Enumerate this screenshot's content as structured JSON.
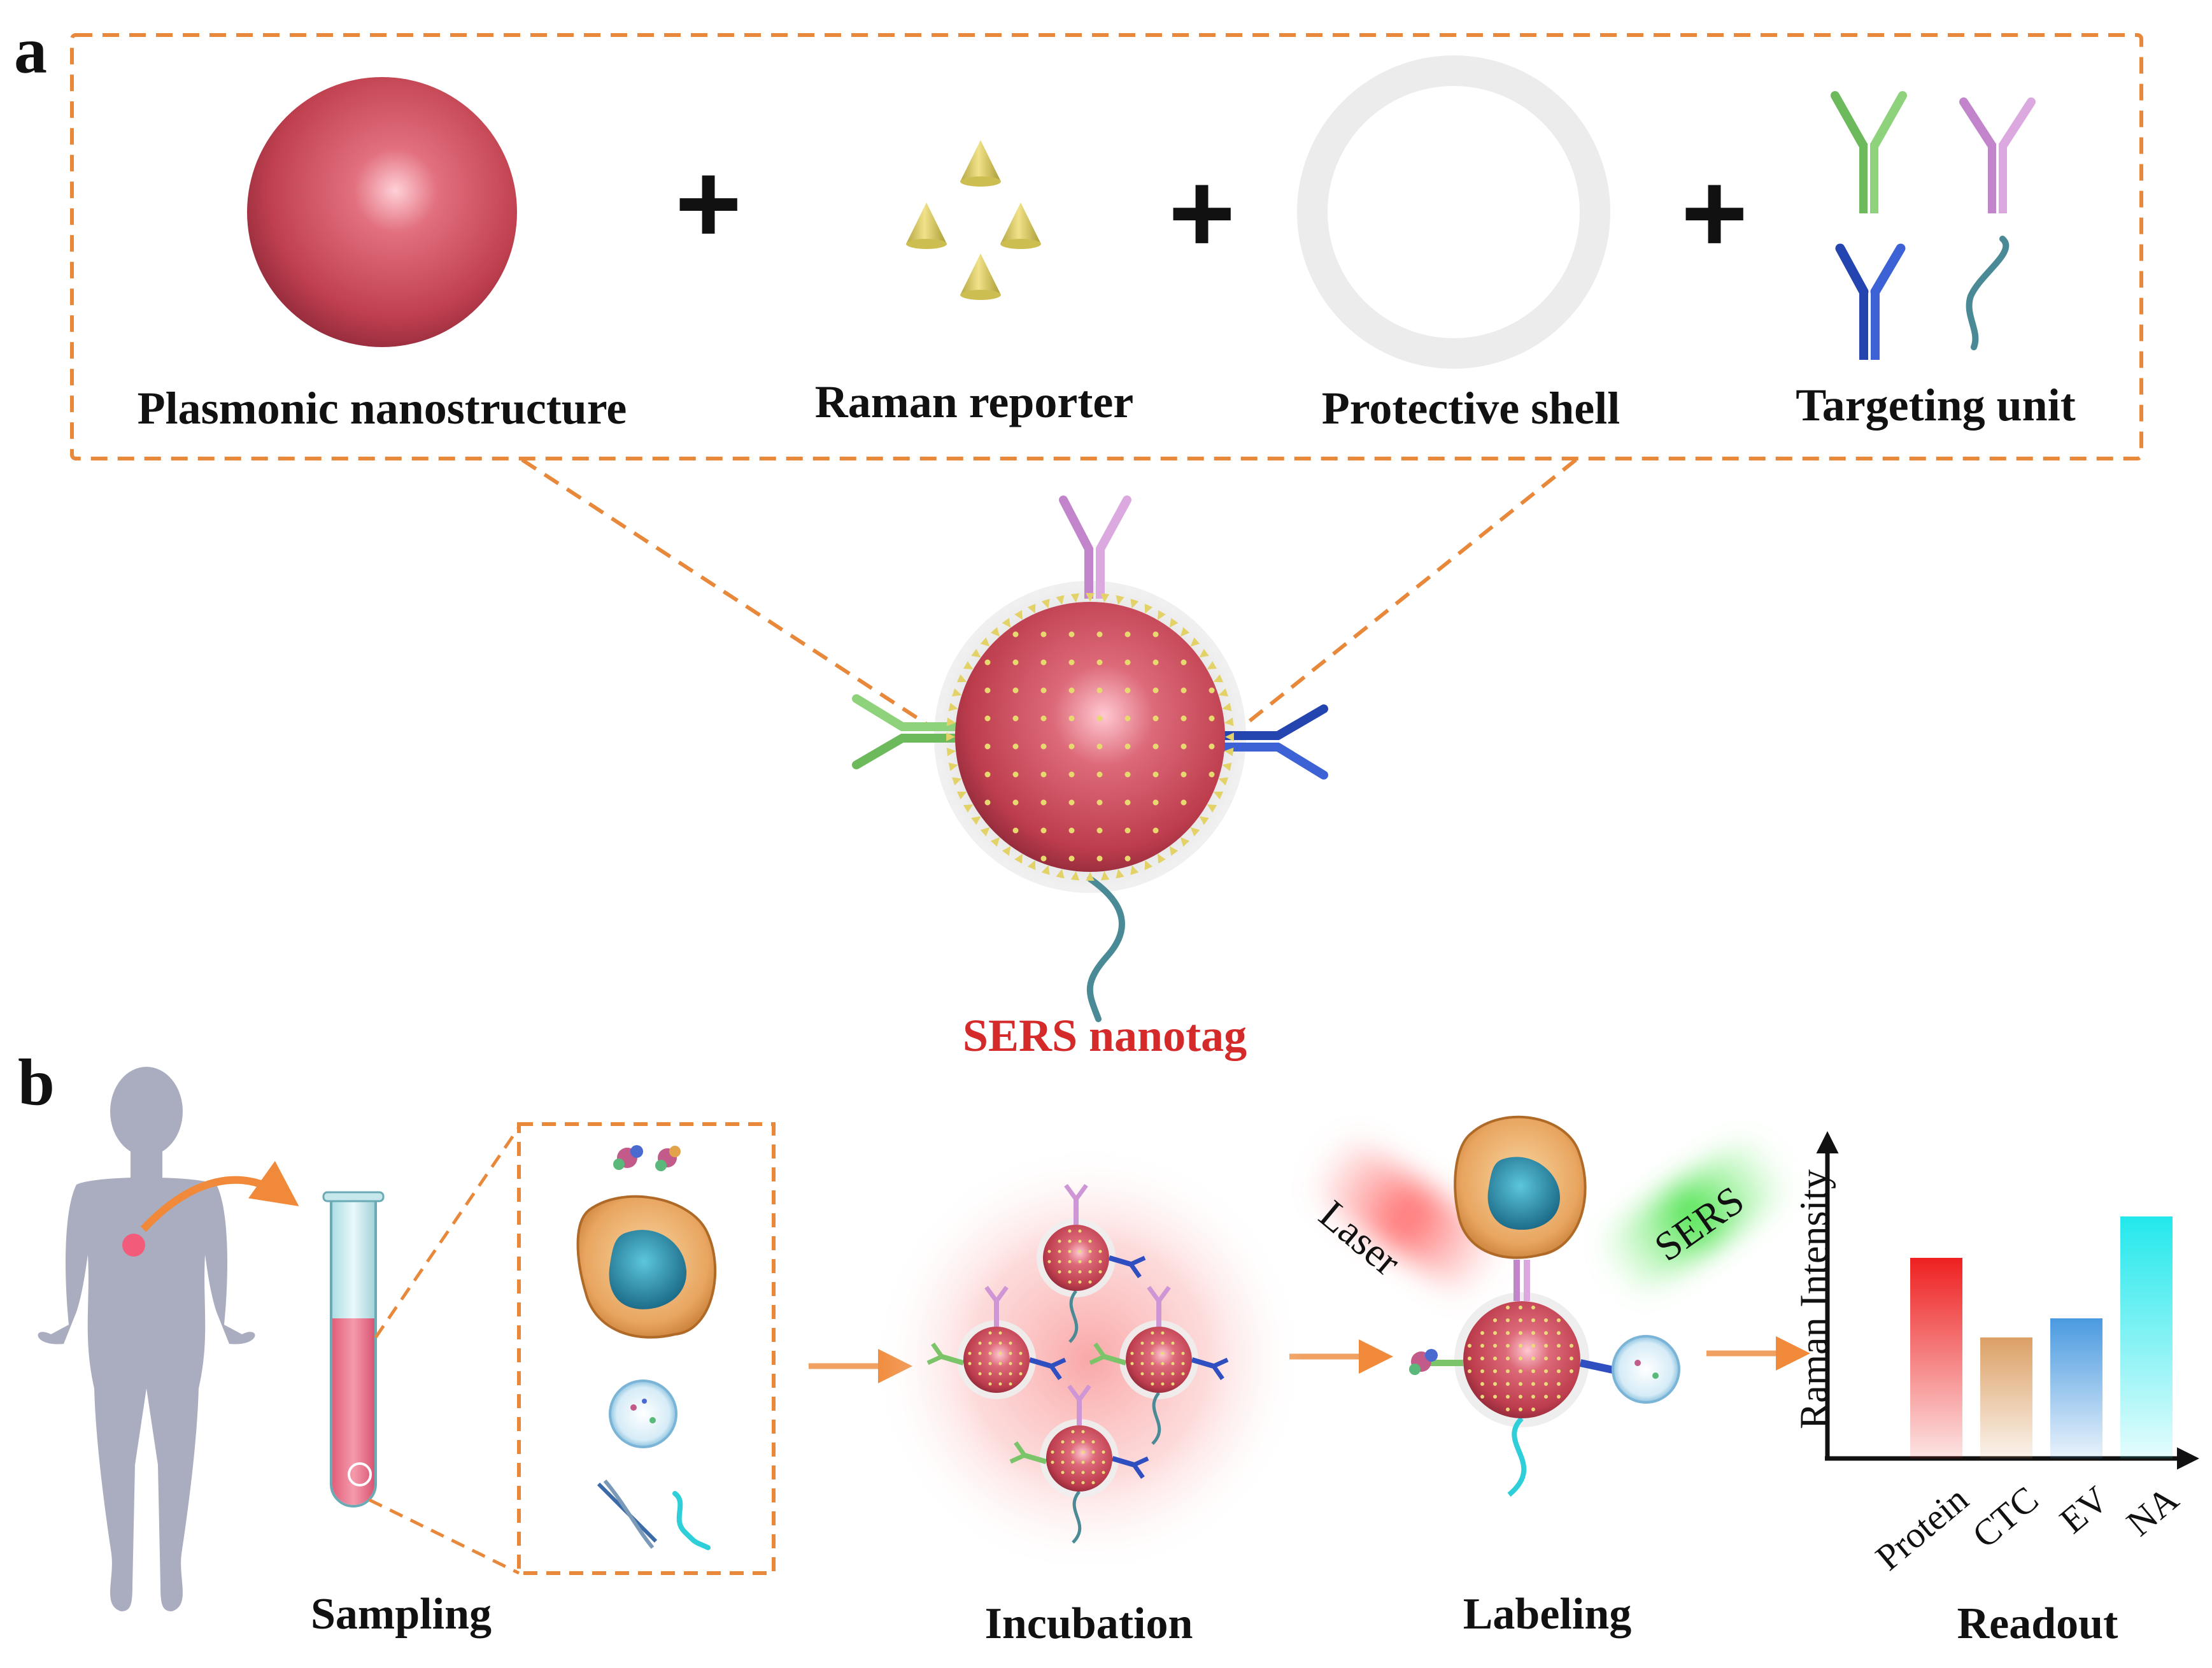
{
  "panels": {
    "a": "a",
    "b": "b"
  },
  "components": {
    "plasmonic": "Plasmonic nanostructure",
    "raman": "Raman reporter",
    "shell": "Protective shell",
    "targeting": "Targeting unit"
  },
  "plus_sign": "+",
  "nanotag_label": "SERS nanotag",
  "steps": {
    "sampling": "Sampling",
    "incubation": "Incubation",
    "labeling": "Labeling",
    "readout": "Readout"
  },
  "labeling_glows": {
    "laser": "Laser",
    "sers": "SERS"
  },
  "colors": {
    "sphere": "#c8465a",
    "reporter": "#e3d268",
    "dash": "#e8883a",
    "antibody_green": "#7cc46a",
    "antibody_violet": "#cf96d6",
    "antibody_blue": "#2f4fc0",
    "aptamer": "#4a8a96",
    "nanotag_text": "#d42a2a"
  },
  "chart_data": {
    "type": "bar",
    "ylabel": "Raman Intensity",
    "categories": [
      "Protein",
      "CTC",
      "EV",
      "NA"
    ],
    "values": [
      0.63,
      0.38,
      0.44,
      0.76
    ],
    "ylim": [
      0,
      1
    ],
    "colors": [
      "#ee2020",
      "#dca066",
      "#4a9ae0",
      "#22e8ec"
    ],
    "grid": false,
    "legend": "none"
  }
}
